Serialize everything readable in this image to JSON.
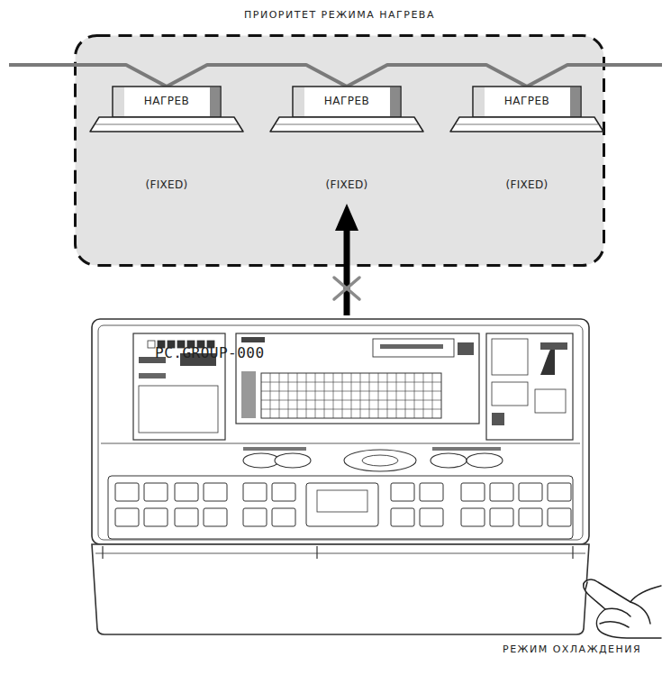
{
  "diagram": {
    "nodes": [
      {
        "text": [
          "ПРИОРИТЕТ РЕЖИМА НАГРЕВА"
        ]
      },
      {
        "text": [
          "НАГРЕВ",
          "(FIXED)"
        ],
        "in": 0
      },
      {
        "text": [
          "НАГРЕВ",
          "(FIXED)"
        ],
        "in": 0
      },
      {
        "text": [
          "НАГРЕВ",
          "(FIXED)"
        ],
        "in": 0
      },
      {
        "text": [
          "PC.GROUP-000",
          "РЕЖИМ ОХЛАЖДЕНИЯ"
        ]
      }
    ],
    "edges": [
      {
        "from": 4,
        "to": 2,
        "arrow": "to"
      }
    ]
  }
}
